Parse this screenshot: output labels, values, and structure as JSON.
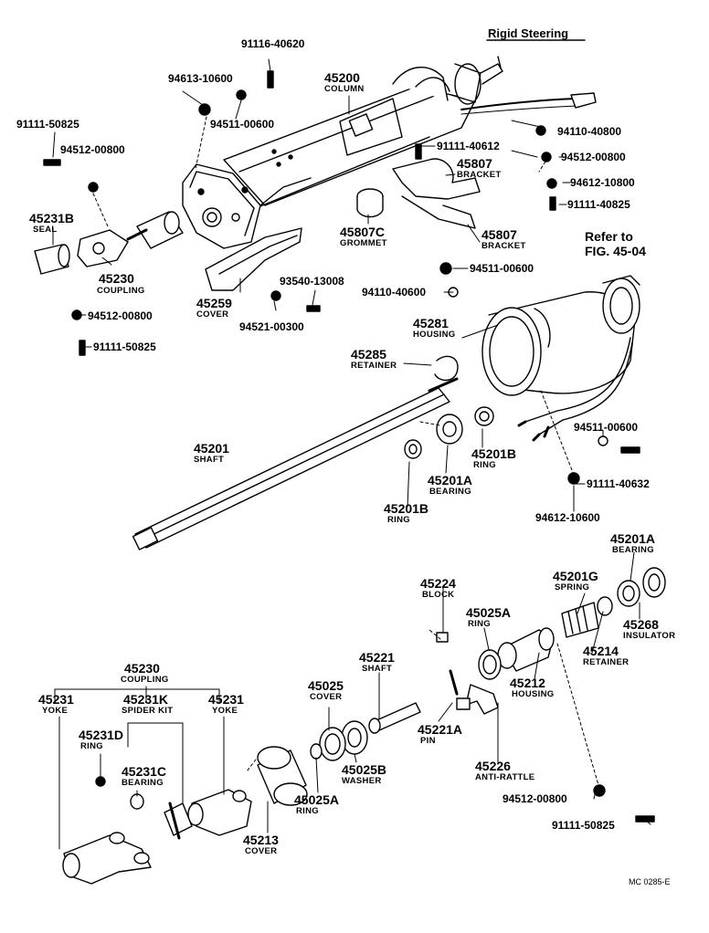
{
  "title": "Rigid Steering",
  "refer": {
    "line1": "Refer to",
    "line2": "FIG. 45-04"
  },
  "figure_code": "MC 0285-E",
  "parts": {
    "p45200": {
      "number": "45200",
      "name": "COLUMN"
    },
    "p45231B": {
      "number": "45231B",
      "name": "SEAL"
    },
    "p45230a": {
      "number": "45230",
      "name": "COUPLING"
    },
    "p45259": {
      "number": "45259",
      "name": "COVER"
    },
    "p45807c": {
      "number": "45807C",
      "name": "GROMMET"
    },
    "p45807a": {
      "number": "45807",
      "name": "BRACKET"
    },
    "p45807b": {
      "number": "45807",
      "name": "BRACKET"
    },
    "p45281": {
      "number": "45281",
      "name": "HOUSING"
    },
    "p45285": {
      "number": "45285",
      "name": "RETAINER"
    },
    "p45201": {
      "number": "45201",
      "name": "SHAFT"
    },
    "p45201Aa": {
      "number": "45201A",
      "name": "BEARING"
    },
    "p45201Ba": {
      "number": "45201B",
      "name": "RING"
    },
    "p45201Bb": {
      "number": "45201B",
      "name": "RING"
    },
    "p45201Ab": {
      "number": "45201A",
      "name": "BEARING"
    },
    "p45201G": {
      "number": "45201G",
      "name": "SPRING"
    },
    "p45268": {
      "number": "45268",
      "name": "INSULATOR"
    },
    "p45214": {
      "number": "45214",
      "name": "RETAINER"
    },
    "p45224": {
      "number": "45224",
      "name": "BLOCK"
    },
    "p45025A1": {
      "number": "45025A",
      "name": "RING"
    },
    "p45212": {
      "number": "45212",
      "name": "HOUSING"
    },
    "p45221": {
      "number": "45221",
      "name": "SHAFT"
    },
    "p45221A": {
      "number": "45221A",
      "name": "PIN"
    },
    "p45226": {
      "number": "45226",
      "name": "ANTI-RATTLE"
    },
    "p45025": {
      "number": "45025",
      "name": "COVER"
    },
    "p45025B": {
      "number": "45025B",
      "name": "WASHER"
    },
    "p45025A2": {
      "number": "45025A",
      "name": "RING"
    },
    "p45213": {
      "number": "45213",
      "name": "COVER"
    },
    "p45230b": {
      "number": "45230",
      "name": "COUPLING"
    },
    "p45231y1": {
      "number": "45231",
      "name": "YOKE"
    },
    "p45231K": {
      "number": "45231K",
      "name": "SPIDER KIT"
    },
    "p45231y2": {
      "number": "45231",
      "name": "YOKE"
    },
    "p45231D": {
      "number": "45231D",
      "name": "RING"
    },
    "p45231C": {
      "number": "45231C",
      "name": "BEARING"
    }
  },
  "fasteners": {
    "f91116_40620": "91116-40620",
    "f94613_10600": "94613-10600",
    "f94511_00600a": "94511-00600",
    "f91111_50825a": "91111-50825",
    "f94512_00800a": "94512-00800",
    "f91111_40612": "91111-40612",
    "f94110_40800": "94110-40800",
    "f94512_00800b": "94512-00800",
    "f94612_10800": "94612-10800",
    "f91111_40825": "91111-40825",
    "f94511_00600b": "94511-00600",
    "f94110_40600": "94110-40600",
    "f93540_13008": "93540-13008",
    "f94521_00300": "94521-00300",
    "f94512_00800c": "94512-00800",
    "f91111_50825b": "91111-50825",
    "f94511_00600c": "94511-00600",
    "f91111_40632": "91111-40632",
    "f94612_10600": "94612-10600",
    "f94512_00800d": "94512-00800",
    "f91111_50825c": "91111-50825"
  }
}
